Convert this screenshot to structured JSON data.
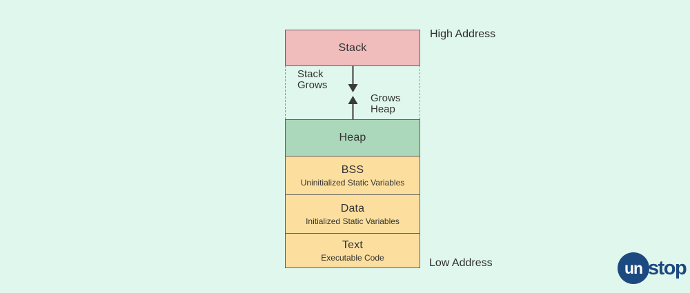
{
  "canvas": {
    "background_color": "#e0f7ed"
  },
  "diagram": {
    "title_implicit": "Process memory layout",
    "segments": [
      {
        "id": "stack",
        "label": "Stack",
        "color": "#f0bcbc"
      },
      {
        "id": "heap",
        "label": "Heap",
        "color": "#abd7ba"
      },
      {
        "id": "bss",
        "label": "BSS",
        "sublabel": "Uninitialized Static Variables",
        "color": "#fcdf9f"
      },
      {
        "id": "data",
        "label": "Data",
        "sublabel": "Initialized Static Variables",
        "color": "#fcdf9f"
      },
      {
        "id": "text",
        "label": "Text",
        "sublabel": "Executable Code",
        "color": "#fcdf9f"
      }
    ],
    "growth": {
      "stack_grows_line1": "Stack",
      "stack_grows_line2": "Grows",
      "heap_grows_line1": "Grows",
      "heap_grows_line2": "Heap",
      "down_arrow_icon": "stack-grows-down-arrow",
      "up_arrow_icon": "heap-grows-up-arrow",
      "arrow_color": "#3a3a3a"
    },
    "annotations": {
      "high_address": "High Address",
      "low_address": "Low Address"
    },
    "border_color": "#5f5f5f",
    "dashed_border_color": "#8c948e"
  },
  "branding": {
    "logo_circle_text": "un",
    "logo_rest_text": "stop",
    "brand_color": "#1c4980"
  }
}
